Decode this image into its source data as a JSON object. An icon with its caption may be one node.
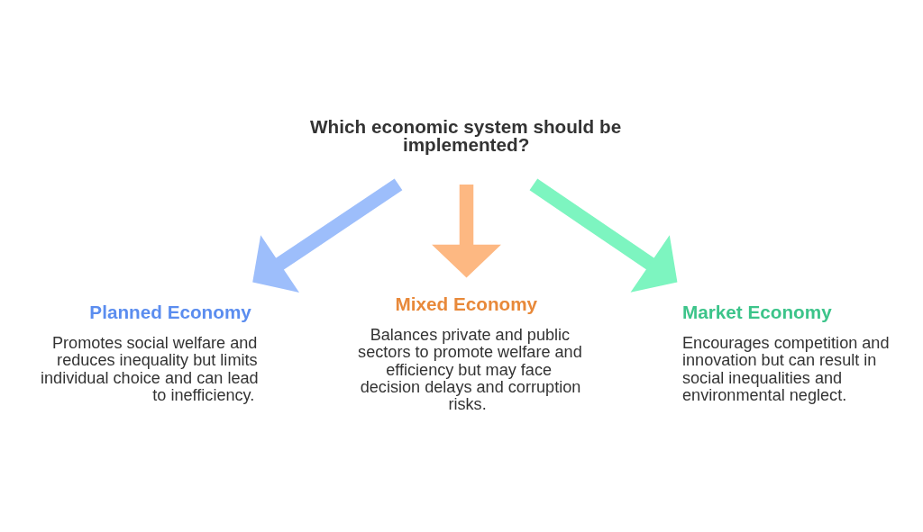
{
  "diagram": {
    "nodes": [
      {
        "text": [
          "Which economic system should be implemented?"
        ]
      },
      {
        "text": [
          "Planned Economy",
          "Promotes social welfare and reduces inequality but limits individual choice and can lead to inefficiency."
        ]
      },
      {
        "text": [
          "Mixed Economy",
          "Balances private and public sectors to promote welfare and efficiency but may face decision delays and corruption risks."
        ]
      },
      {
        "text": [
          "Market Economy",
          "Encourages competition and innovation but can result in social inequalities and environmental neglect."
        ]
      }
    ],
    "edges": [
      {
        "from": 0,
        "to": 1,
        "arrow": "to",
        "color": "#9dbefb"
      },
      {
        "from": 0,
        "to": 2,
        "arrow": "to",
        "color": "#fdb882"
      },
      {
        "from": 0,
        "to": 3,
        "arrow": "to",
        "color": "#7df5c0"
      }
    ]
  }
}
